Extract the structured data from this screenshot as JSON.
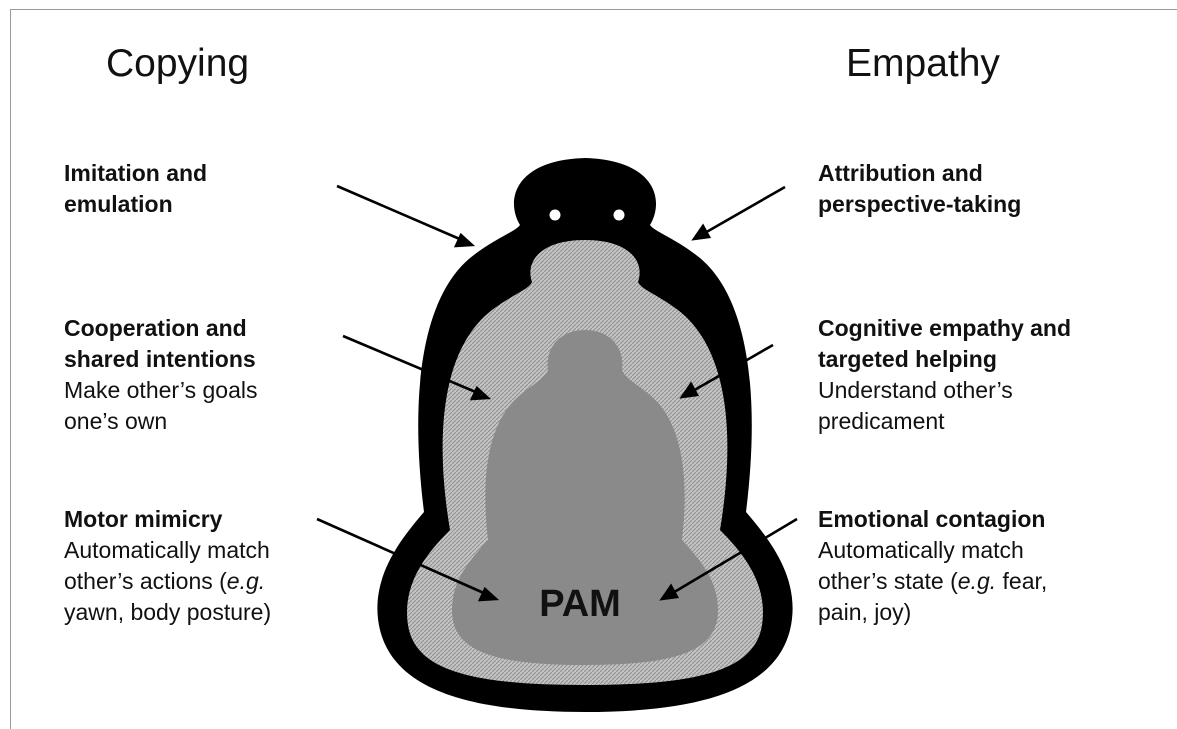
{
  "headings": {
    "left": "Copying",
    "right": "Empathy"
  },
  "center_label": "PAM",
  "left_levels": [
    {
      "title": [
        "Imitation and",
        "emulation"
      ],
      "desc": []
    },
    {
      "title": [
        "Cooperation and",
        "shared intentions"
      ],
      "desc": [
        "Make other’s goals",
        "one’s own"
      ]
    },
    {
      "title": [
        "Motor mimicry"
      ],
      "desc": [
        "Automatically match",
        "other’s actions (",
        "e.g.",
        ")",
        "yawn, body posture)"
      ]
    }
  ],
  "right_levels": [
    {
      "title": [
        "Attribution and",
        "perspective-taking"
      ],
      "desc": []
    },
    {
      "title": [
        "Cognitive empathy and",
        "targeted helping"
      ],
      "desc": [
        "Understand other’s",
        "predicament"
      ]
    },
    {
      "title": [
        "Emotional contagion"
      ],
      "desc": [
        "Automatically match",
        "other’s state (",
        "e.g.",
        " fear,",
        "pain, joy)"
      ]
    }
  ],
  "colors": {
    "outer_layer": "#000000",
    "middle_layer": "#b9b9b9",
    "inner_core": "#8a8a8a",
    "frame": "#9a9a9a"
  }
}
